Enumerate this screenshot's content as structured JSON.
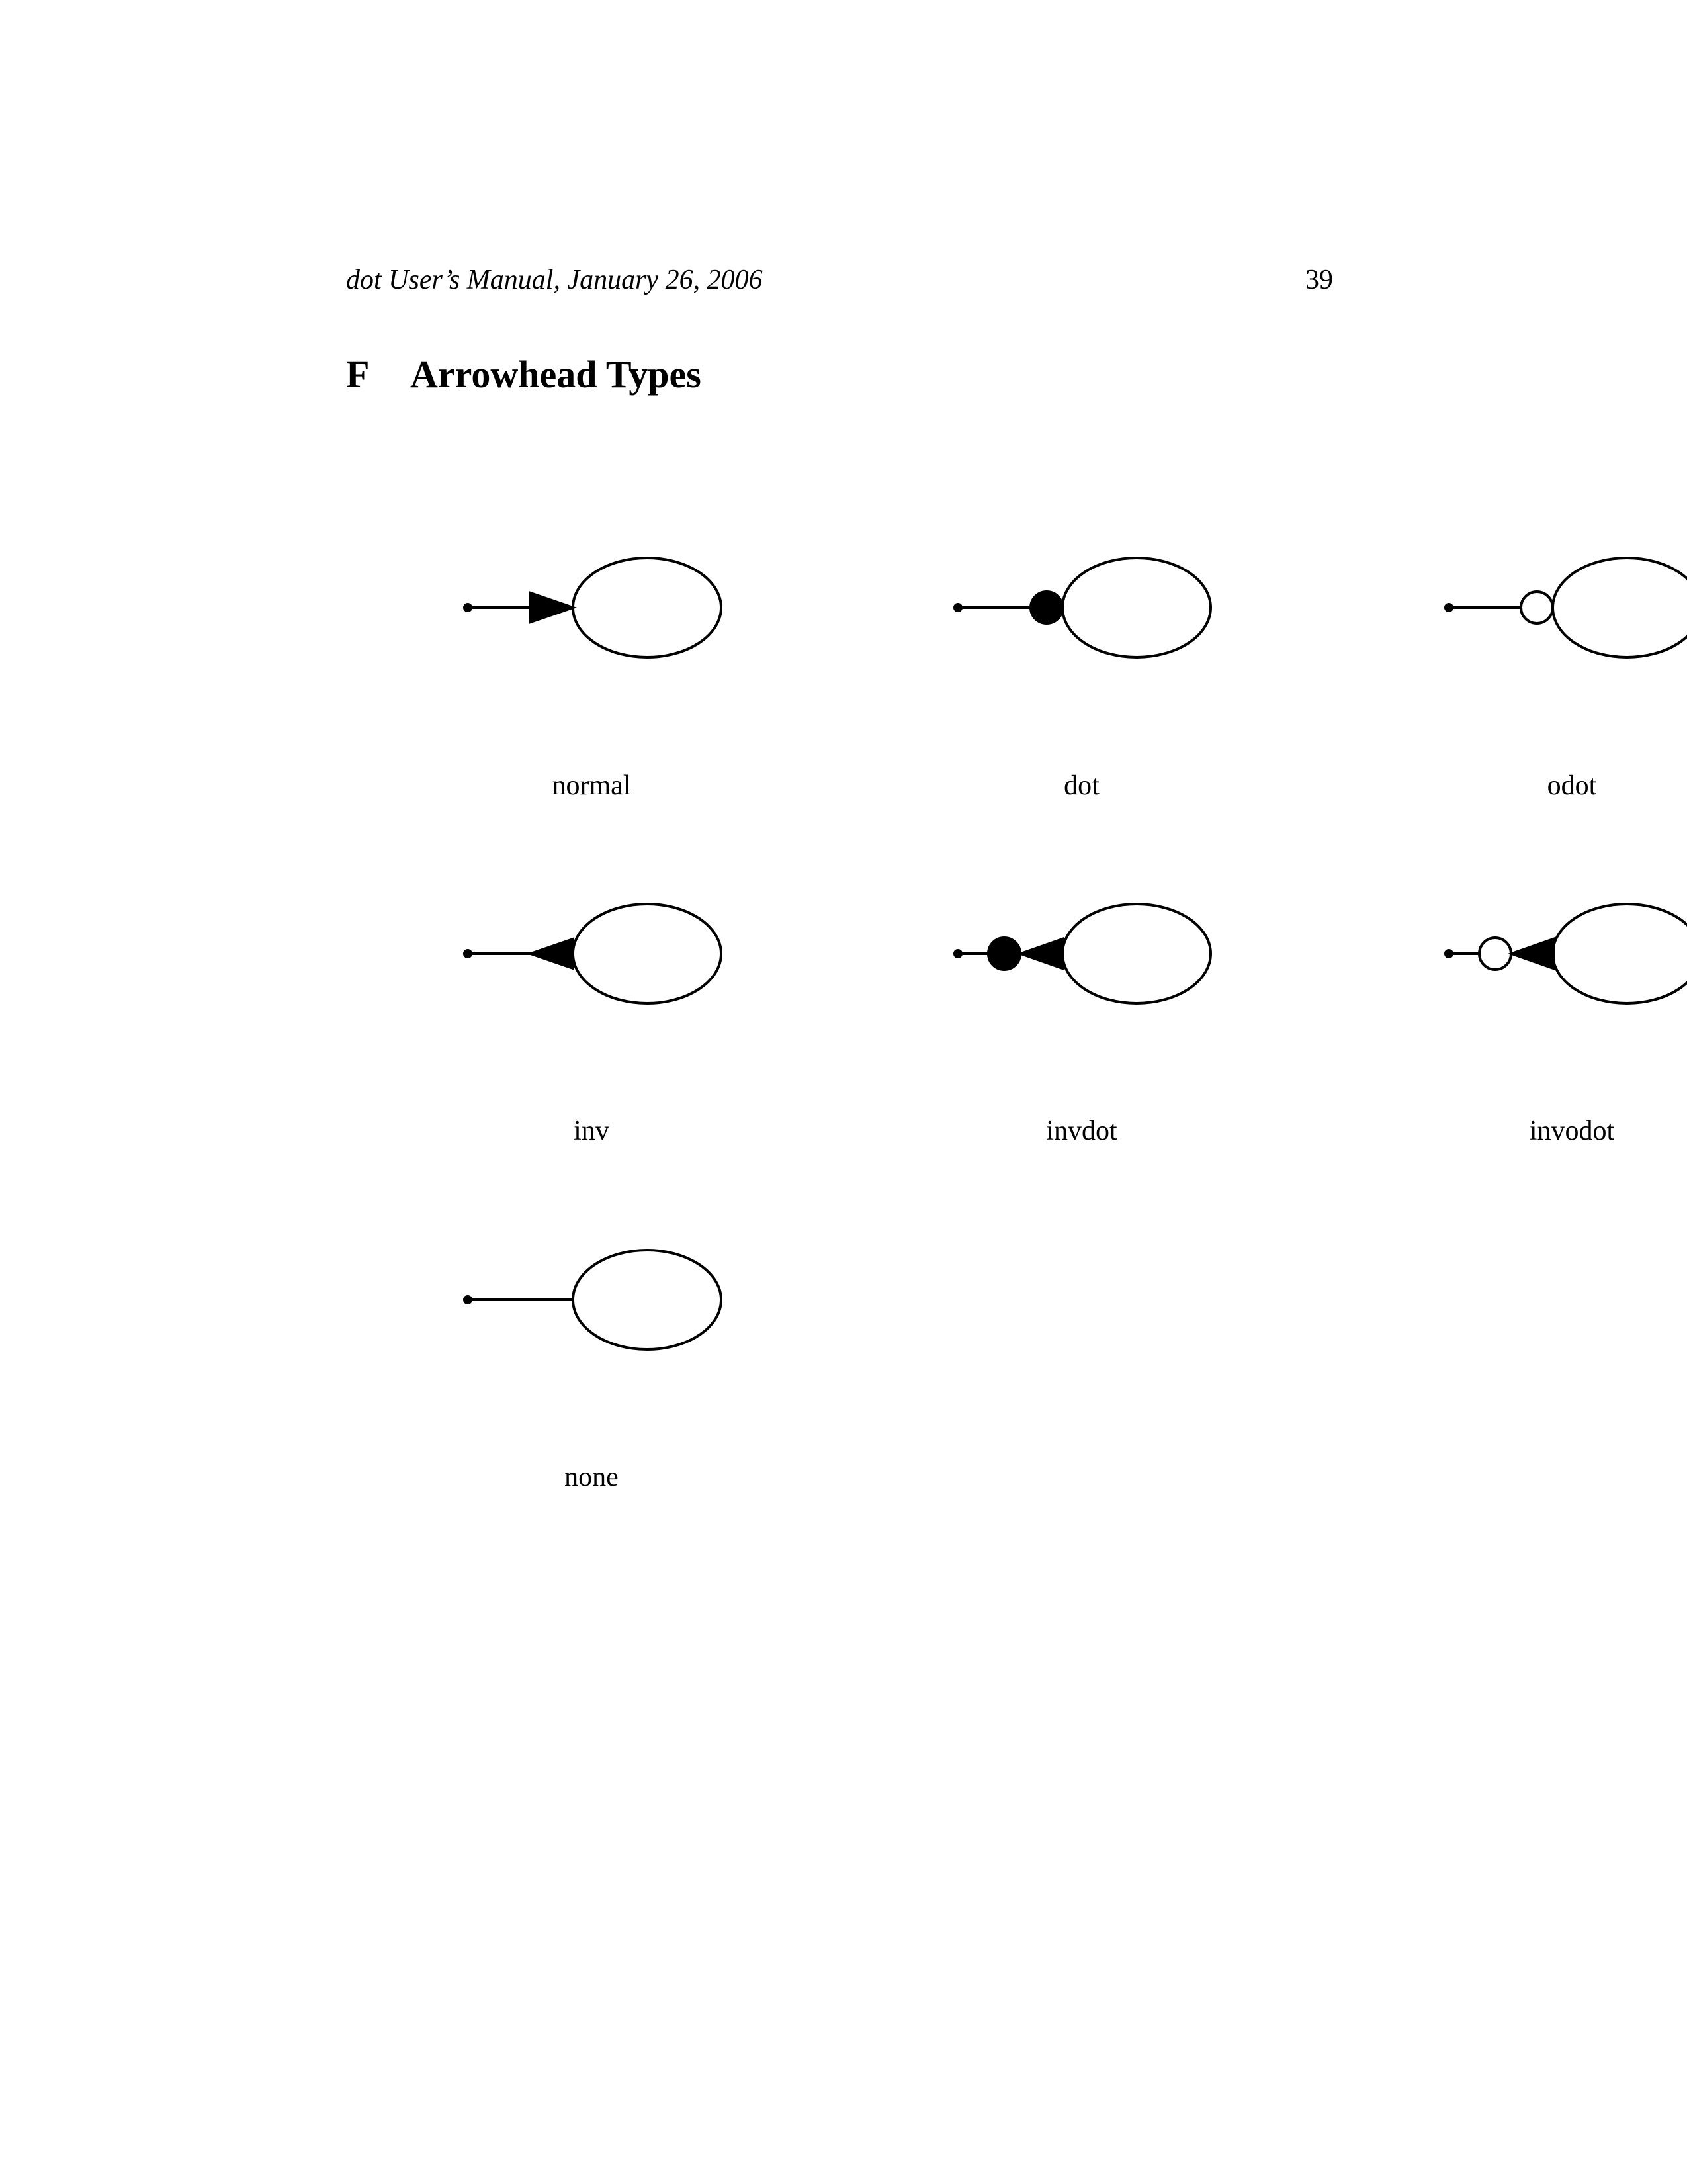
{
  "header": {
    "running_title": "dot User’s Manual, January 26, 2006",
    "page_number": "39"
  },
  "section": {
    "number": "F",
    "title": "Arrowhead Types"
  },
  "arrowheads": [
    {
      "label": "normal"
    },
    {
      "label": "dot"
    },
    {
      "label": "odot"
    },
    {
      "label": "inv"
    },
    {
      "label": "invdot"
    },
    {
      "label": "invodot"
    },
    {
      "label": "none"
    }
  ]
}
